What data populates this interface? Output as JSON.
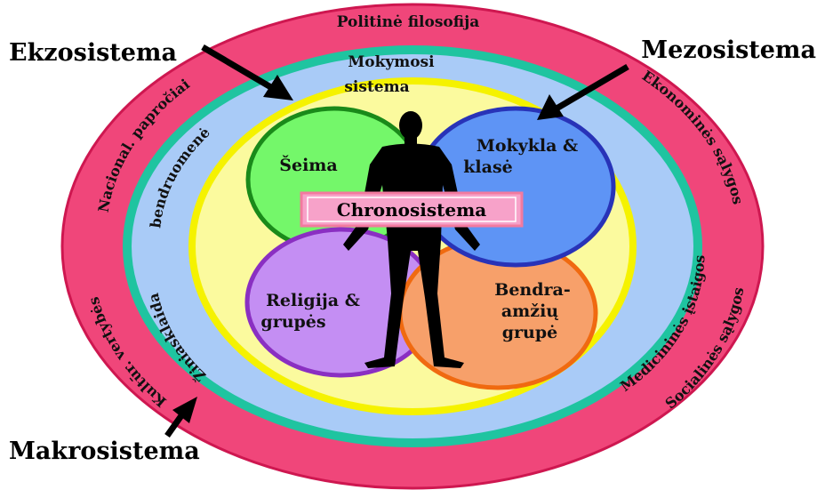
{
  "labels": {
    "ekzosistema": "Ekzosistema",
    "mezosistema": "Mezosistema",
    "makrosistema": "Makrosistema",
    "chronosistema": "Chronosistema"
  },
  "outer_ring": {
    "top": "Politinė filosofija",
    "left_upper": "Nacional. papročiai",
    "left_lower": "Kultūr. vertybės",
    "right_upper": "Ekonominės sąlygos",
    "right_lower": "Socialinės sąlygos"
  },
  "middle_ring": {
    "top_line1": "Mokymosi",
    "top_line2": "sistema",
    "left_upper": "bendruomenė",
    "left_lower": "Žiniasklaida",
    "right_lower": "Medicininės įstaigos"
  },
  "circles": {
    "seima": "Šeima",
    "mokykla_line1": "Mokykla &",
    "mokykla_line2": "klasė",
    "religija_line1": "Religija &",
    "religija_line2": "grupės",
    "bendra_line1": "Bendra-",
    "bendra_line2": "amžių",
    "bendra_line3": "grupė"
  },
  "colors": {
    "outer_ring": "#f0467a",
    "teal_border": "#1fc4a0",
    "middle_ring": "#a9cbf7",
    "inner_disc": "#fbfa9e",
    "seima_circle": "#74f76a",
    "mokykla_circle": "#5e94f5",
    "religija_circle": "#c48ef3",
    "bendra_circle": "#f7a06a",
    "chrono_box": "#f7a2c9"
  }
}
